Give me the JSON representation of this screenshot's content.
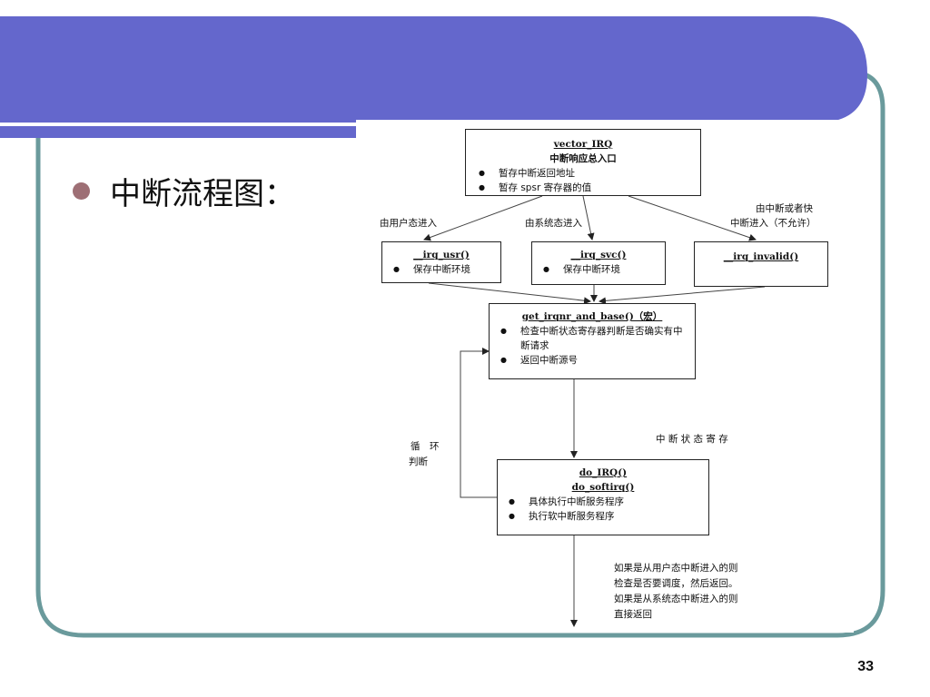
{
  "slide": {
    "bullet_text": "中断流程图：",
    "page_number": "33",
    "colors": {
      "header": "#6467cc",
      "border": "#6a9a9c",
      "bullet": "#9e6f75"
    }
  },
  "diagram": {
    "vector_box": {
      "title": "vector_IRQ",
      "subtitle": "中断响应总入口",
      "items": [
        "暂存中断返回地址",
        "暂存 spsr 寄存器的值"
      ]
    },
    "labels": {
      "from_user": "由用户态进入",
      "from_system": "由系统态进入",
      "from_irq_line1": "由中断或者快",
      "from_irq_line2": "中断进入（不允许）",
      "irq_status": "中 断 状 态 寄 存",
      "loop_line1": "循　环",
      "loop_line2": "判断",
      "return_line1": "如果是从用户态中断进入的则",
      "return_line2": "检查是否要调度，然后返回。",
      "return_line3": "如果是从系统态中断进入的则",
      "return_line4": "直接返回"
    },
    "irq_user": {
      "title": "__irq_usr()",
      "item": "保存中断环境"
    },
    "irq_svc": {
      "title": "__irq_svc()",
      "item": "保存中断环境"
    },
    "irq_invalid": {
      "title": "__irq_invalid()"
    },
    "get_irq": {
      "title": "get_irqnr_and_base()（宏）",
      "items": [
        "检查中断状态寄存器判断是否确实有中断请求",
        "返回中断源号"
      ]
    },
    "do_irq": {
      "title1": "do_IRQ()",
      "title2": "do_softirq()",
      "items": [
        "具体执行中断服务程序",
        "执行软中断服务程序"
      ]
    }
  }
}
